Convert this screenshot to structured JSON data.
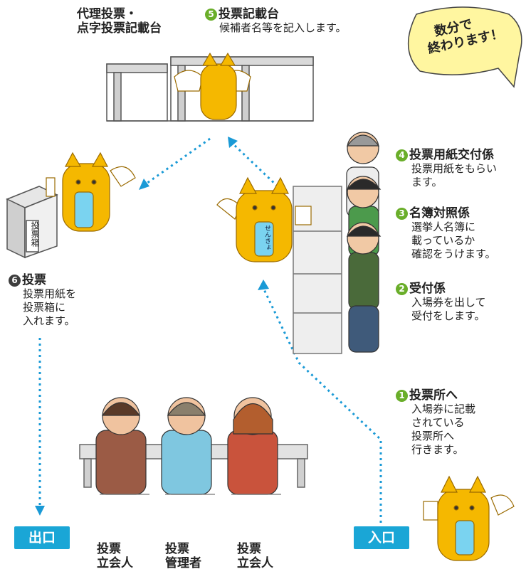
{
  "station": {
    "proxy_booth_label": [
      "代理投票・",
      "点字投票記載台"
    ],
    "step5": {
      "num": "5",
      "title": "投票記載台",
      "desc": [
        "候補者名等を記入します。"
      ]
    },
    "step4": {
      "num": "4",
      "title": "投票用紙交付係",
      "desc": [
        "投票用紙をもらい",
        "ます。"
      ]
    },
    "step3": {
      "num": "3",
      "title": "名簿対照係",
      "desc": [
        "選挙人名簿に",
        "載っているか",
        "確認をうけます。"
      ]
    },
    "step2": {
      "num": "2",
      "title": "受付係",
      "desc": [
        "入場券を出して",
        "受付をします。"
      ]
    },
    "step1": {
      "num": "1",
      "title": "投票所へ",
      "desc": [
        "入場券に記載",
        "されている",
        "投票所へ",
        "行きます。"
      ]
    },
    "step6": {
      "num": "6",
      "title": "投票",
      "desc": [
        "投票用紙を",
        "投票箱に",
        "入れます。"
      ]
    },
    "bubble": [
      "数分で",
      "終わります！"
    ],
    "box_label": "投票箱",
    "mascot_badge": "せんきょ",
    "exit_label": "出口",
    "entrance_label": "入口",
    "bottom_labels": [
      [
        "投票",
        "立会人"
      ],
      [
        "投票",
        "管理者"
      ],
      [
        "投票",
        "立会人"
      ]
    ]
  },
  "colors": {
    "accent": "#1aa6d6",
    "step_badge": "#6aae2a",
    "mascot": "#f5b800",
    "arrow": "#1a9ad6",
    "bubble": "#fff6a0"
  }
}
